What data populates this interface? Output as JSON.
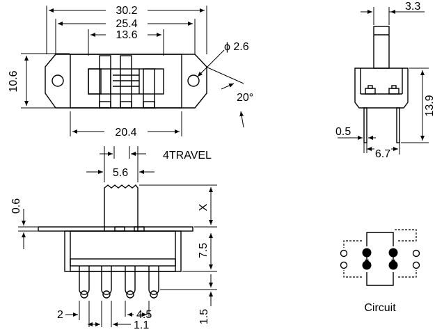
{
  "top_view": {
    "dim_overall": "30.2",
    "dim_holes": "25.4",
    "dim_slot": "13.6",
    "dim_hole_dia": "ϕ 2.6",
    "dim_height": "10.6",
    "dim_body": "20.4",
    "dim_angle": "20°"
  },
  "end_view": {
    "dim_actuator": "3.3",
    "dim_height": "13.9",
    "dim_pin": "0.5",
    "dim_spacing": "6.7"
  },
  "side_view": {
    "dim_actuator": "5.6",
    "dim_travel": "4TRAVEL",
    "dim_plate": "0.6",
    "dim_x": "X",
    "dim_body": "7.5",
    "dim_lead": "1.5",
    "dim_edge": "2",
    "dim_pitch": "4.5",
    "dim_lead_width": "1.1"
  },
  "circuit": {
    "label": "Circuit"
  }
}
